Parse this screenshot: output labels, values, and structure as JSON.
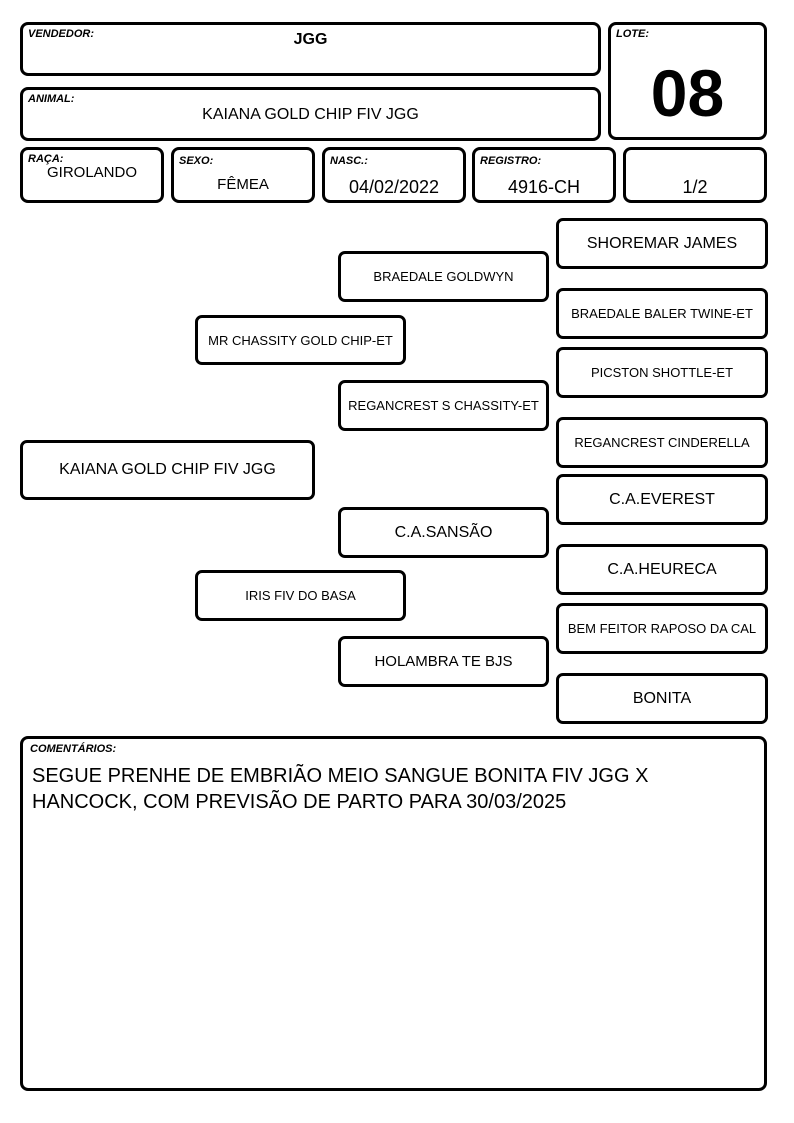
{
  "header": {
    "vendedor": {
      "label": "VENDEDOR:",
      "value": "JGG"
    },
    "lote": {
      "label": "LOTE:",
      "value": "08"
    },
    "animal": {
      "label": "ANIMAL:",
      "value": "KAIANA GOLD CHIP FIV JGG"
    }
  },
  "info": {
    "raca": {
      "label": "RAÇA:",
      "value": "GIROLANDO"
    },
    "sexo": {
      "label": "SEXO:",
      "value": "FÊMEA"
    },
    "nasc": {
      "label": "NASC.:",
      "value": "04/02/2022"
    },
    "registro": {
      "label": "REGISTRO:",
      "value": "4916-CH"
    },
    "fraction": "1/2"
  },
  "pedigree": {
    "animal": "KAIANA GOLD CHIP FIV JGG",
    "sire": "MR CHASSITY GOLD CHIP-ET",
    "dam": "IRIS FIV DO BASA",
    "sire_sire": "BRAEDALE GOLDWYN",
    "sire_dam": "REGANCREST S CHASSITY-ET",
    "dam_sire": "C.A.SANSÃO",
    "dam_dam": "HOLAMBRA TE BJS",
    "ggp": [
      "SHOREMAR JAMES",
      "BRAEDALE BALER TWINE-ET",
      "PICSTON SHOTTLE-ET",
      "REGANCREST CINDERELLA",
      "C.A.EVEREST",
      "C.A.HEURECA",
      "BEM FEITOR RAPOSO DA CAL",
      "BONITA"
    ]
  },
  "comments": {
    "label": "COMENTÁRIOS:",
    "text": "SEGUE PRENHE DE EMBRIÃO MEIO SANGUE BONITA FIV JGG X HANCOCK, COM PREVISÃO DE PARTO PARA 30/03/2025"
  }
}
